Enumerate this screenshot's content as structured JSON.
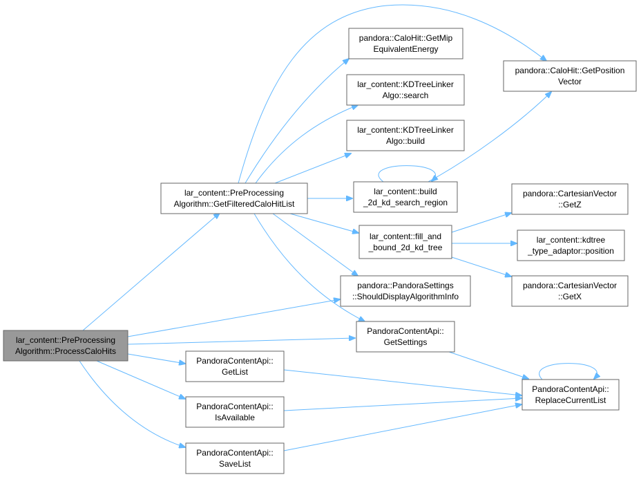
{
  "graph": {
    "colors": {
      "edge": "#63b8ff",
      "node_border": "#666666",
      "root_fill": "#999999",
      "node_fill": "#ffffff"
    },
    "nodes": {
      "process": {
        "lines": [
          "lar_content::PreProcessing",
          "Algorithm::ProcessCaloHits"
        ],
        "root": true
      },
      "getfiltered": {
        "lines": [
          "lar_content::PreProcessing",
          "Algorithm::GetFilteredCaloHitList"
        ]
      },
      "getmip": {
        "lines": [
          "pandora::CaloHit::GetMip",
          "EquivalentEnergy"
        ]
      },
      "kdsearch": {
        "lines": [
          "lar_content::KDTreeLinker",
          "Algo::search"
        ]
      },
      "kdbuild": {
        "lines": [
          "lar_content::KDTreeLinker",
          "Algo::build"
        ]
      },
      "build2d": {
        "lines": [
          "lar_content::build",
          "_2d_kd_search_region"
        ]
      },
      "fillbound": {
        "lines": [
          "lar_content::fill_and",
          "_bound_2d_kd_tree"
        ]
      },
      "shoulddisplay": {
        "lines": [
          "pandora::PandoraSettings",
          "::ShouldDisplayAlgorithmInfo"
        ]
      },
      "getsettings": {
        "lines": [
          "PandoraContentApi::",
          "GetSettings"
        ]
      },
      "getlist": {
        "lines": [
          "PandoraContentApi::",
          "GetList"
        ]
      },
      "isavailable": {
        "lines": [
          "PandoraContentApi::",
          "IsAvailable"
        ]
      },
      "savelist": {
        "lines": [
          "PandoraContentApi::",
          "SaveList"
        ]
      },
      "getposition": {
        "lines": [
          "pandora::CaloHit::GetPosition",
          "Vector"
        ]
      },
      "getz": {
        "lines": [
          "pandora::CartesianVector",
          "::GetZ"
        ]
      },
      "kdposition": {
        "lines": [
          "lar_content::kdtree",
          "_type_adaptor::position"
        ]
      },
      "getx": {
        "lines": [
          "pandora::CartesianVector",
          "::GetX"
        ]
      },
      "replacecurrent": {
        "lines": [
          "PandoraContentApi::",
          "ReplaceCurrentList"
        ]
      }
    },
    "edges": [
      [
        "process",
        "getfiltered"
      ],
      [
        "process",
        "shoulddisplay"
      ],
      [
        "process",
        "getsettings"
      ],
      [
        "process",
        "getlist"
      ],
      [
        "process",
        "isavailable"
      ],
      [
        "process",
        "savelist"
      ],
      [
        "getfiltered",
        "getmip"
      ],
      [
        "getfiltered",
        "getposition"
      ],
      [
        "getfiltered",
        "kdsearch"
      ],
      [
        "getfiltered",
        "kdbuild"
      ],
      [
        "getfiltered",
        "build2d"
      ],
      [
        "getfiltered",
        "fillbound"
      ],
      [
        "getfiltered",
        "shoulddisplay"
      ],
      [
        "getfiltered",
        "getsettings"
      ],
      [
        "build2d",
        "build2d"
      ],
      [
        "build2d",
        "getposition"
      ],
      [
        "fillbound",
        "getz"
      ],
      [
        "fillbound",
        "kdposition"
      ],
      [
        "fillbound",
        "getx"
      ],
      [
        "getsettings",
        "replacecurrent"
      ],
      [
        "getlist",
        "replacecurrent"
      ],
      [
        "isavailable",
        "replacecurrent"
      ],
      [
        "savelist",
        "replacecurrent"
      ],
      [
        "replacecurrent",
        "replacecurrent"
      ]
    ]
  }
}
